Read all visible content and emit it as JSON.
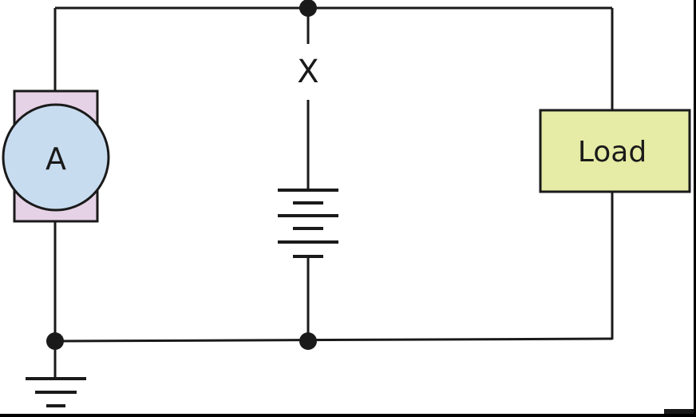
{
  "diagram": {
    "ammeter": {
      "label": "A"
    },
    "switch": {
      "label": "X"
    },
    "load": {
      "label": "Load"
    }
  },
  "colors": {
    "wire": "#1a1a1a",
    "ammeter_housing": "#e6d2e6",
    "ammeter_face": "#c8dcf0",
    "load_fill": "#e6eba5",
    "background": "#ffffff",
    "frame": "#000000"
  }
}
